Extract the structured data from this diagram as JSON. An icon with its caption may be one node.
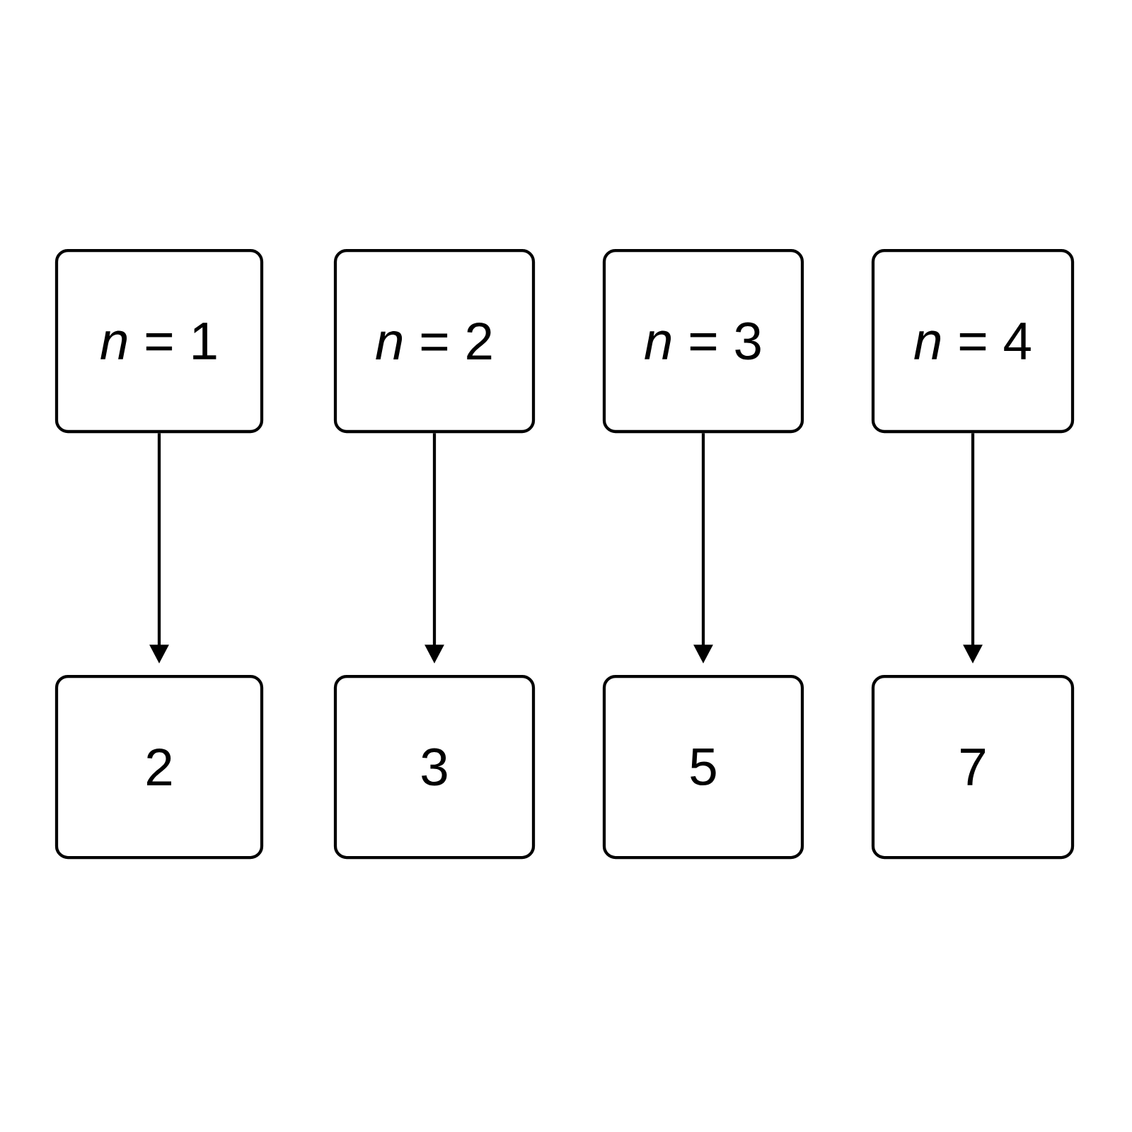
{
  "diagram": {
    "nodes": [
      {
        "text": [
          "*n* = 1"
        ]
      },
      {
        "text": [
          "*n* = 2"
        ]
      },
      {
        "text": [
          "*n* = 3"
        ]
      },
      {
        "text": [
          "*n* = 4"
        ]
      },
      {
        "text": [
          "2"
        ]
      },
      {
        "text": [
          "3"
        ]
      },
      {
        "text": [
          "5"
        ]
      },
      {
        "text": [
          "7"
        ]
      }
    ],
    "edges": [
      {
        "from": 0,
        "to": 4,
        "arrow": "to"
      },
      {
        "from": 1,
        "to": 5,
        "arrow": "to"
      },
      {
        "from": 2,
        "to": 6,
        "arrow": "to"
      },
      {
        "from": 3,
        "to": 7,
        "arrow": "to"
      }
    ]
  }
}
